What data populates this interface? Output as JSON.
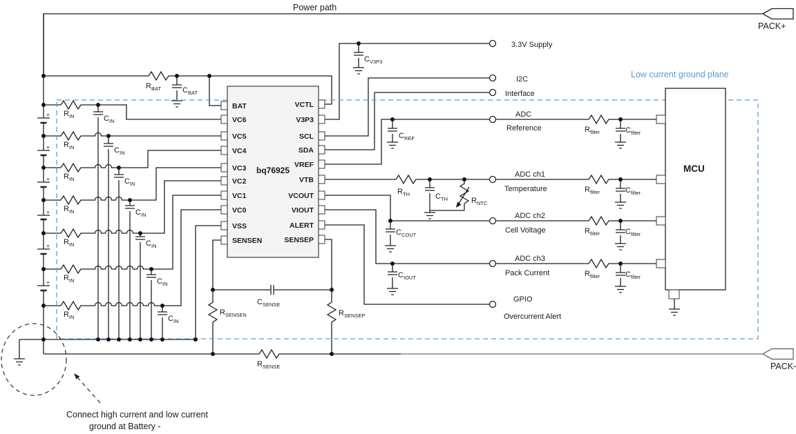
{
  "power_path_label": "Power path",
  "pack_plus": "PACK+",
  "pack_minus": "PACK-",
  "ground_plane_label": "Low current ground plane",
  "battery_plus": "+",
  "ic": {
    "name": "bq76925",
    "left_pins": [
      "BAT",
      "VC6",
      "VC5",
      "VC4",
      "VC3",
      "VC2",
      "VC1",
      "VC0",
      "VSS",
      "SENSEN"
    ],
    "right_pins": [
      "VCTL",
      "V3P3",
      "SCL",
      "SDA",
      "VREF",
      "VTB",
      "VCOUT",
      "VIOUT",
      "ALERT",
      "SENSEP"
    ]
  },
  "mcu_label": "MCU",
  "terminals": {
    "supply": {
      "l1": "3.3V Supply"
    },
    "i2c": {
      "l1": "I2C",
      "l2": "Interface"
    },
    "ref": {
      "l1": "ADC",
      "l2": "Reference"
    },
    "ch1": {
      "l1": "ADC ch1",
      "l2": "Temperature"
    },
    "ch2": {
      "l1": "ADC ch2",
      "l2": "Cell Voltage"
    },
    "ch3": {
      "l1": "ADC ch3",
      "l2": "Pack Current"
    },
    "gpio": {
      "l1": "GPIO",
      "l2": "Overcurrent Alert"
    }
  },
  "components": {
    "r_bat": {
      "m": "R",
      "s": "BAT"
    },
    "c_bat": {
      "m": "C",
      "s": "BAT"
    },
    "c_v3p3": {
      "m": "C",
      "s": "V3P3"
    },
    "r_in": {
      "m": "R",
      "s": "IN"
    },
    "c_in": {
      "m": "C",
      "s": "IN"
    },
    "c_ref": {
      "m": "C",
      "s": "REF"
    },
    "r_th": {
      "m": "R",
      "s": "TH"
    },
    "c_th": {
      "m": "C",
      "s": "TH"
    },
    "r_ntc": {
      "m": "R",
      "s": "NTC"
    },
    "c_cout": {
      "m": "C",
      "s": "COUT"
    },
    "c_iout": {
      "m": "C",
      "s": "IOUT"
    },
    "r_sensen": {
      "m": "R",
      "s": "SENSEN"
    },
    "r_sensep": {
      "m": "R",
      "s": "SENSEP"
    },
    "c_sense": {
      "m": "C",
      "s": "SENSE"
    },
    "r_sense": {
      "m": "R",
      "s": "SENSE"
    },
    "r_filter": {
      "m": "R",
      "s": "filter"
    },
    "c_filter": {
      "m": "C",
      "s": "filter"
    }
  },
  "annotation": {
    "l1": "Connect high current and low current",
    "l2": "ground at Battery -"
  },
  "colors": {
    "wire": "#1f1f1f",
    "ground_plane": "#5b9bd5",
    "pack_rail_gray": "#8c8c8c"
  }
}
